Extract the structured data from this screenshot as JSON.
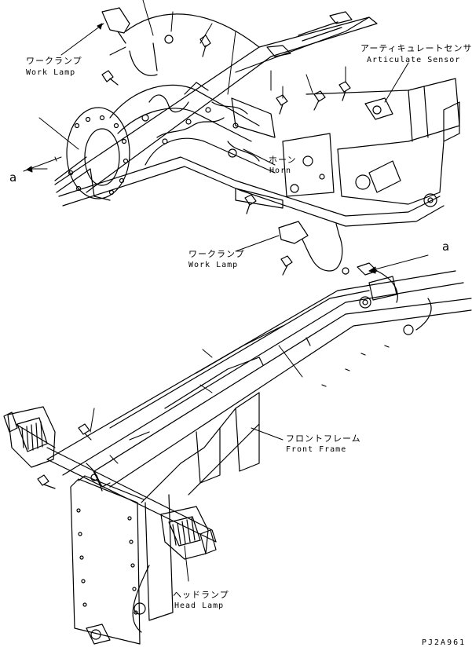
{
  "labels": {
    "work_lamp_top": {
      "jp": "ワークランプ",
      "en": "Work Lamp"
    },
    "articulate_sensor": {
      "jp": "アーティキュレートセンサ",
      "en": "Articulate Sensor"
    },
    "horn": {
      "jp": "ホーン",
      "en": "Horn"
    },
    "work_lamp_mid": {
      "jp": "ワークランプ",
      "en": "Work Lamp"
    },
    "front_frame": {
      "jp": "フロントフレーム",
      "en": "Front Frame"
    },
    "head_lamp": {
      "jp": "ヘッドランプ",
      "en": "Head Lamp"
    },
    "ref_a_left": "a",
    "ref_a_right": "a",
    "drawing_code": "PJ2A961"
  },
  "colors": {
    "line": "#000000",
    "background": "#ffffff"
  }
}
